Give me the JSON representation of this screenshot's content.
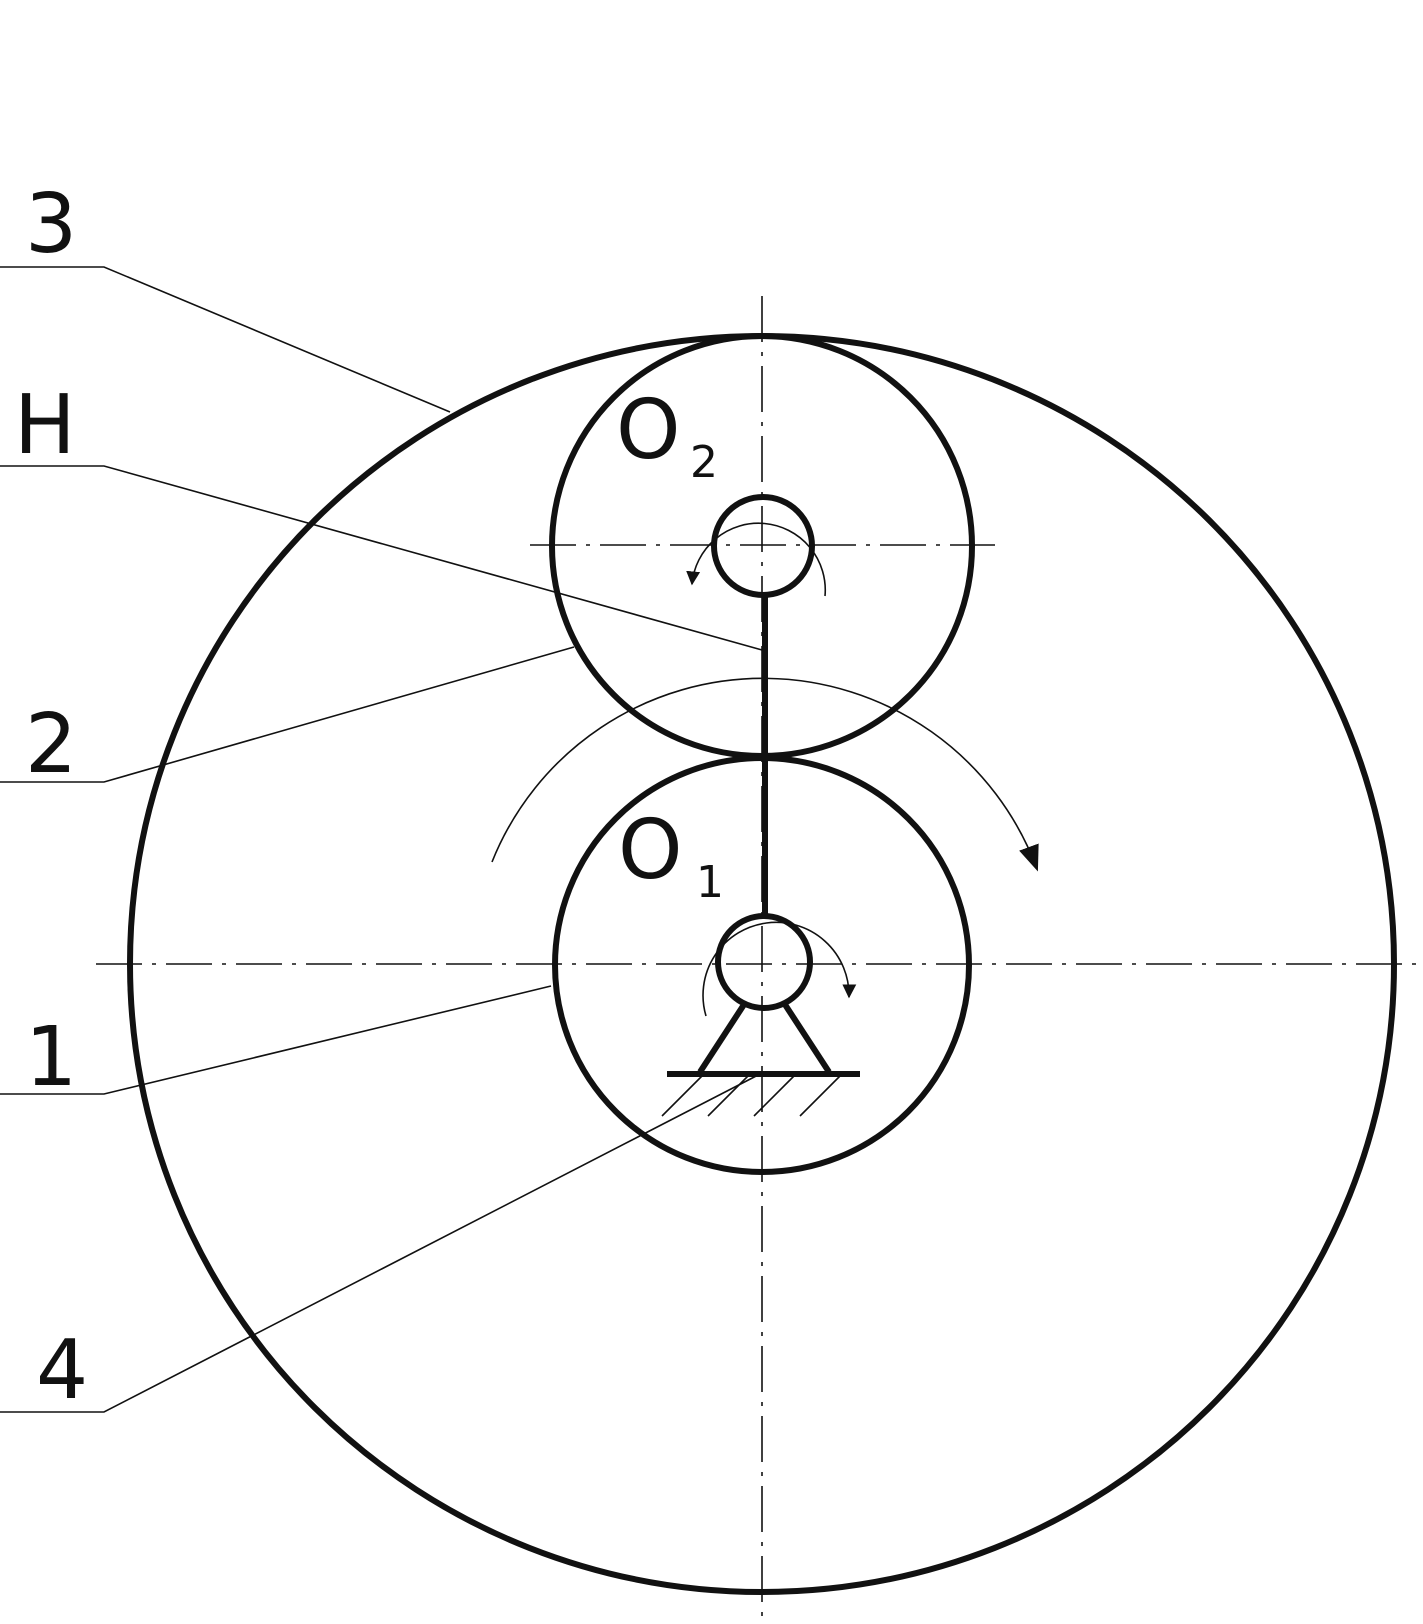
{
  "diagram": {
    "callouts": {
      "part3": "3",
      "carrier": "H",
      "part2": "2",
      "part1": "1",
      "part4": "4"
    },
    "centers": {
      "o2_letter": "O",
      "o2_sub": "2",
      "o1_letter": "O",
      "o1_sub": "1"
    },
    "colors": {
      "line": "#111111",
      "background": "#ffffff"
    }
  }
}
